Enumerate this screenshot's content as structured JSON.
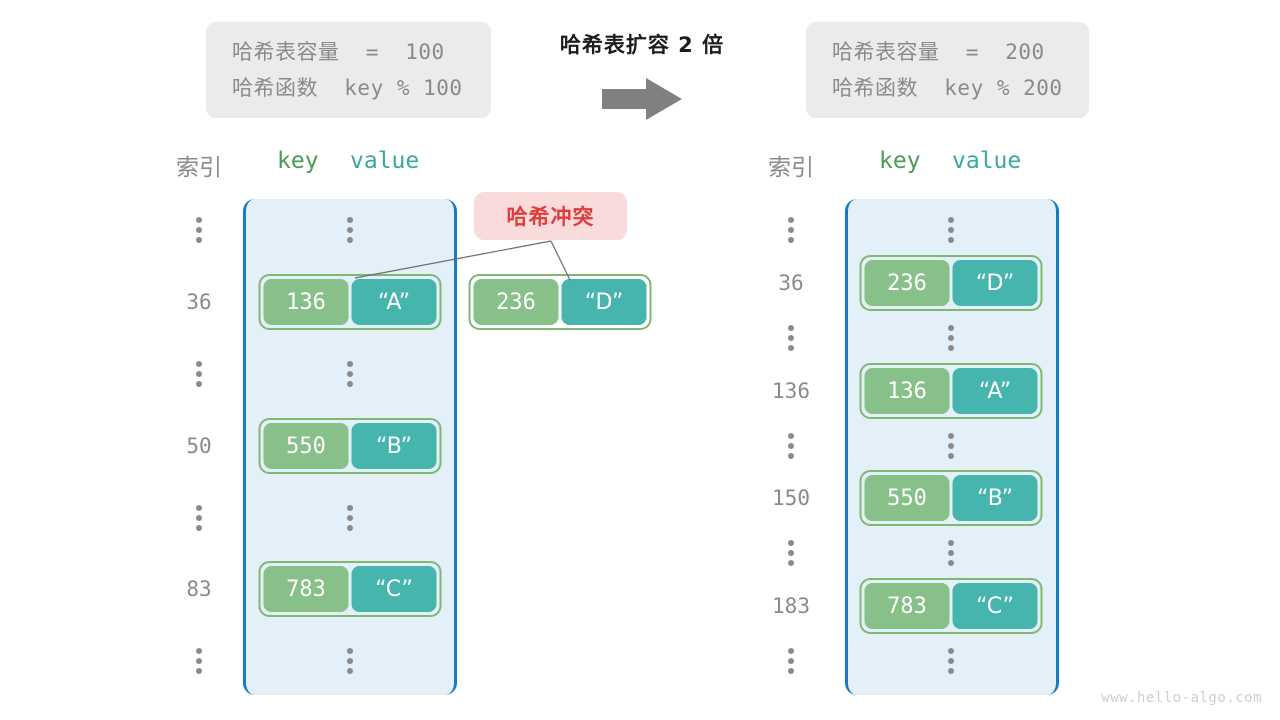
{
  "watermark": "www.hello-algo.com",
  "expand": {
    "caption": "哈希表扩容 2 倍",
    "arrow_icon": "arrow-right-icon"
  },
  "info_left": {
    "capacity_label": "哈希表容量",
    "capacity_text": "哈希表容量  =  100",
    "function_text": "哈希函数  key % 100",
    "capacity_value": "100",
    "hash_function": "key % 100"
  },
  "info_right": {
    "capacity_label": "哈希表容量",
    "capacity_text": "哈希表容量  =  200",
    "function_text": "哈希函数  key % 200",
    "capacity_value": "200",
    "hash_function": "key % 200"
  },
  "collision": {
    "badge_label": "哈希冲突"
  },
  "left_table": {
    "header_index": "索引",
    "header_key": "key",
    "header_value": "value",
    "rows": [
      {
        "index": "⋮",
        "type": "ellipsis"
      },
      {
        "index": "36",
        "type": "entry",
        "key": "136",
        "value": "“A”"
      },
      {
        "index": "⋮",
        "type": "ellipsis"
      },
      {
        "index": "50",
        "type": "entry",
        "key": "550",
        "value": "“B”"
      },
      {
        "index": "⋮",
        "type": "ellipsis"
      },
      {
        "index": "83",
        "type": "entry",
        "key": "783",
        "value": "“C”"
      },
      {
        "index": "⋮",
        "type": "ellipsis"
      }
    ]
  },
  "overflow_entry": {
    "key": "236",
    "value": "“D”"
  },
  "right_table": {
    "header_index": "索引",
    "header_key": "key",
    "header_value": "value",
    "rows": [
      {
        "index": "⋮",
        "type": "ellipsis"
      },
      {
        "index": "36",
        "type": "entry",
        "key": "236",
        "value": "“D”"
      },
      {
        "index": "⋮",
        "type": "ellipsis"
      },
      {
        "index": "136",
        "type": "entry",
        "key": "136",
        "value": "“A”"
      },
      {
        "index": "⋮",
        "type": "ellipsis"
      },
      {
        "index": "150",
        "type": "entry",
        "key": "550",
        "value": "“B”"
      },
      {
        "index": "⋮",
        "type": "ellipsis"
      },
      {
        "index": "183",
        "type": "entry",
        "key": "783",
        "value": "“C”"
      },
      {
        "index": "⋮",
        "type": "ellipsis"
      }
    ]
  },
  "colors": {
    "frame_border": "#1a7bc4",
    "frame_fill": "#e3eff9",
    "key_cell": "#88c08a",
    "value_cell": "#46b5ad",
    "pair_border": "#7fb86f",
    "badge_bg": "#fadbdb",
    "badge_text": "#e03c3c",
    "info_bg": "#ebebeb",
    "muted_text": "#8a8a8a",
    "arrow": "#808080"
  }
}
